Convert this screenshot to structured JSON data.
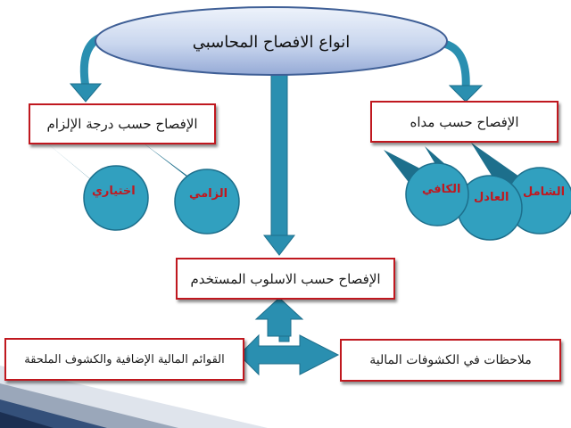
{
  "title": "انواع الافصاح المحاسبي",
  "right_branch": {
    "label": "الإفصاح حسب مداه",
    "items": [
      "الشامل",
      "العادل",
      "الكافي"
    ]
  },
  "left_branch": {
    "label": "الإفصاح حسب درجة الإلزام",
    "items": [
      "الزامي",
      "اختياري"
    ]
  },
  "center_branch": {
    "label": "الإفصاح حسب الاسلوب المستخدم",
    "right_item": "ملاحظات في الكشوفات المالية",
    "left_item": "القوائم المالية الإضافية والكشوف الملحقة"
  },
  "colors": {
    "ellipse_fill_top": "#e6edf9",
    "ellipse_fill_bottom": "#9eb2d9",
    "ellipse_stroke": "#3f5f96",
    "arrow_fill": "#2a8fb0",
    "arrow_stroke": "#1d6f8c",
    "circle_fill": "#31a0bf",
    "box_border": "#c0181f",
    "bubble_text": "#c0181f"
  }
}
